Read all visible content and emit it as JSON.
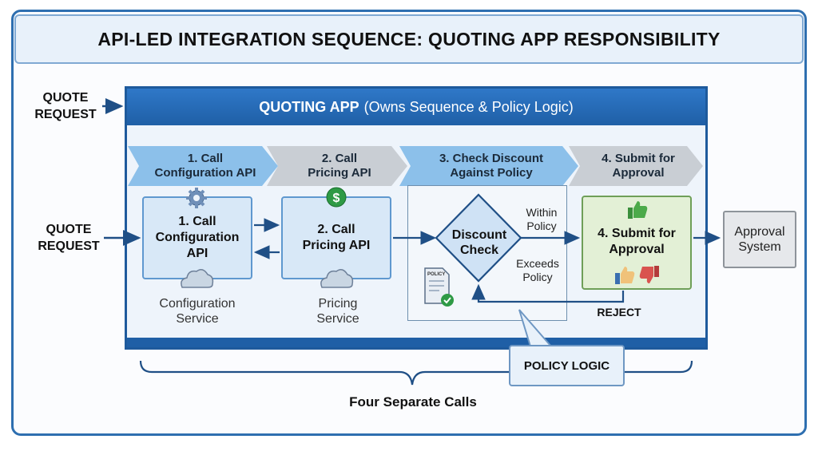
{
  "title": "API-LED INTEGRATION SEQUENCE: QUOTING APP RESPONSIBILITY",
  "quote_request_top": [
    "QUOTE",
    "REQUEST"
  ],
  "quote_request_side": [
    "QUOTE",
    "REQUEST"
  ],
  "app": {
    "name": "QUOTING APP",
    "subtitle": "(Owns Sequence & Policy Logic)"
  },
  "steps": [
    {
      "line1": "1. Call",
      "line2": "Configuration API"
    },
    {
      "line1": "2. Call",
      "line2": "Pricing API"
    },
    {
      "line1": "3. Check Discount",
      "line2": "Against Policy"
    },
    {
      "line1": "4. Submit for",
      "line2": "Approval"
    }
  ],
  "cards": {
    "config": {
      "line1": "1. Call",
      "line2": "Configuration",
      "line3": "API",
      "service1": "Configuration",
      "service2": "Service"
    },
    "pricing": {
      "line1": "2. Call",
      "line2": "Pricing API",
      "service1": "Pricing",
      "service2": "Service"
    },
    "discount": {
      "line1": "Discount",
      "line2": "Check",
      "within1": "Within",
      "within2": "Policy",
      "exceeds1": "Exceeds",
      "exceeds2": "Policy",
      "policy_doc": "POLICY"
    },
    "submit": {
      "line1": "4. Submit for",
      "line2": "Approval"
    }
  },
  "approval_system": {
    "line1": "Approval",
    "line2": "System"
  },
  "reject": "REJECT",
  "policy_logic": "POLICY LOGIC",
  "footer": "Four Separate Calls",
  "icons": [
    "gear-icon",
    "dollar-icon",
    "cloud-icon",
    "document-check-icon",
    "thumbs-up-icon",
    "thumbs-down-icon"
  ],
  "colors": {
    "frame": "#2e6fb0",
    "app_header": "#1f5fa6",
    "step_blue": "#8cc0ea",
    "step_gray": "#c9ced4",
    "submit_card": "#e3f0d6",
    "arrow": "#1f4f86"
  }
}
